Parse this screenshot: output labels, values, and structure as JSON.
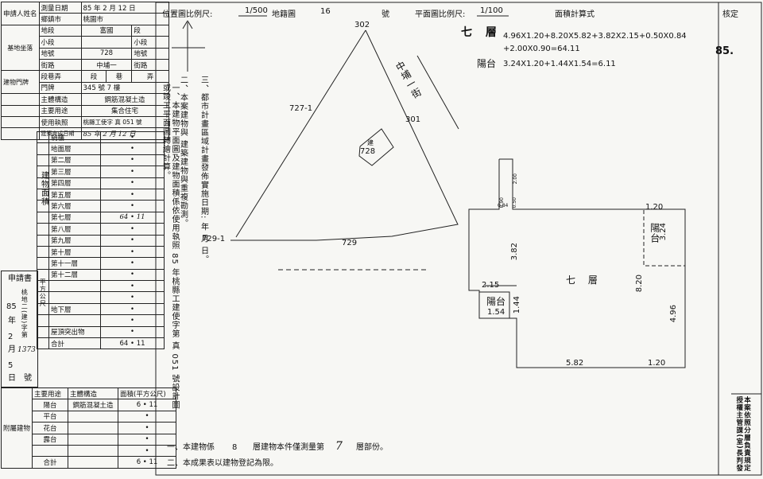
{
  "left_form": {
    "applicant_label": "申請人姓名",
    "survey_date_label": "測量日期",
    "survey_date_value": "85 年 2 月 12 日",
    "location_label": "基地坐落",
    "city_label": "鄉鎮市",
    "city_value": "桃園市",
    "section_label": "地段",
    "section_value": "富國",
    "section_suffix": "段",
    "small_section_label": "小段",
    "small_section_suffix": "小段",
    "lot_label": "地號",
    "lot_value": "728",
    "lot_suffix": "地號",
    "building_label": "建物門牌",
    "street_label": "街路",
    "street_value": "中埔一",
    "street_suffix": "街路",
    "lane_label": "段巷弄",
    "lane_values": [
      "段",
      "巷",
      "弄"
    ],
    "number_label": "門牌",
    "number_value": "345 號 7 樓",
    "structure_label": "主體構造",
    "structure_value": "鋼筋混凝土造",
    "use_label": "主要用途",
    "use_value": "集合住宅",
    "permit_label": "使用執照",
    "permit_value": "桃縣工使字 真 051 號",
    "completion_label": "建築完成日期",
    "completion_value": "85 年 2 月 12 日",
    "floors_group_label": "建物面積",
    "floors": [
      {
        "name": "騎樓",
        "value": "•"
      },
      {
        "name": "地面層",
        "value": "•"
      },
      {
        "name": "第二層",
        "value": "•"
      },
      {
        "name": "第三層",
        "value": "•"
      },
      {
        "name": "第四層",
        "value": "•"
      },
      {
        "name": "第五層",
        "value": "•"
      },
      {
        "name": "第六層",
        "value": "•"
      },
      {
        "name": "第七層",
        "value": "64 • 11"
      },
      {
        "name": "第八層",
        "value": "•"
      },
      {
        "name": "第九層",
        "value": "•"
      },
      {
        "name": "第十層",
        "value": "•"
      },
      {
        "name": "第十一層",
        "value": "•"
      },
      {
        "name": "第十二層",
        "value": "•"
      },
      {
        "name": "",
        "value": "•"
      },
      {
        "name": "",
        "value": "•"
      },
      {
        "name": "地下層",
        "value": "•"
      },
      {
        "name": "",
        "value": "•"
      },
      {
        "name": "屋頂突出物",
        "value": "•"
      }
    ],
    "total_label": "合計",
    "total_value": "64 • 11",
    "side_area_label": "平方公尺",
    "side_building_label": "建物",
    "application_label": "申請書",
    "app_year": "85",
    "app_year_suffix": "年",
    "app_month": "2",
    "app_month_suffix": "月",
    "app_day": "5",
    "app_day_suffix": "日",
    "app_word": "桃地二(建)字第",
    "app_number": "1373",
    "app_number_suffix": "號",
    "attach_label": "附屬建物",
    "attach_headers": [
      "主要用途",
      "主體構造",
      "面積(平方公尺)"
    ],
    "attachments": [
      {
        "use": "陽台",
        "structure": "鋼筋混凝土造",
        "area": "6 • 11"
      },
      {
        "use": "平台",
        "structure": "",
        "area": "•"
      },
      {
        "use": "花台",
        "structure": "",
        "area": "•"
      },
      {
        "use": "露台",
        "structure": "",
        "area": "•"
      },
      {
        "use": "",
        "structure": "",
        "area": "•"
      }
    ],
    "attach_total_label": "合計",
    "attach_total_value": "6 • 11"
  },
  "header": {
    "location_scale_label": "位置圖比例尺:",
    "location_scale_value": "1/500",
    "map_label": "地籍圖",
    "map_number": "16",
    "map_suffix": "號",
    "plan_scale_label": "平面圖比例尺:",
    "plan_scale_value": "1/100",
    "area_formula_label": "面積計算式",
    "check_label": "核定",
    "year_stamp": "85."
  },
  "notes": {
    "note1": "一、本建物平面圖及建物面積係依使用執照 85 年桃縣工建使字第 真 051 號設計圖或竣工平面圖轉繪計算。",
    "note2": "二、本案建物與 建築建物與重複勘測。",
    "note3": "三、都市計畫區域計畫發佈實施日期: 年 月 日。",
    "bottom1_a": "一、本建物係",
    "bottom1_b": "8",
    "bottom1_c": "層建物本件僅測量第",
    "bottom1_d": "7",
    "bottom1_e": "層部份。",
    "bottom2": "二、本成果表以建物登記為限。",
    "right_vertical": "本案依照分層負責規定授權主管課(室)長判發"
  },
  "site_plan": {
    "lot_a": "302",
    "lot_b": "727-1",
    "lot_c": "301",
    "lot_d": "729-1",
    "lot_e": "729",
    "building_lot": "728",
    "building_mark": "建",
    "street_name": "中埔一街"
  },
  "area_calc": {
    "floor_title": "七 層",
    "floor_formula_1": "4.96X1.20+8.20X5.82+3.82X2.15+0.50X0.84",
    "floor_formula_2": "+2.00X0.90=64.11",
    "balcony_label": "陽台",
    "balcony_formula": "3.24X1.20+1.44X1.54=6.11"
  },
  "floor_plan": {
    "floor_label": "七 層",
    "balcony_right": "陽台",
    "balcony_left": "陽台",
    "dims": [
      "2.00",
      "0.90",
      "0.84",
      "0.50",
      "1.20",
      "3.24",
      "3.82",
      "8.20",
      "2.15",
      "1.44",
      "1.54",
      "5.82",
      "1.20",
      "4.96"
    ]
  }
}
